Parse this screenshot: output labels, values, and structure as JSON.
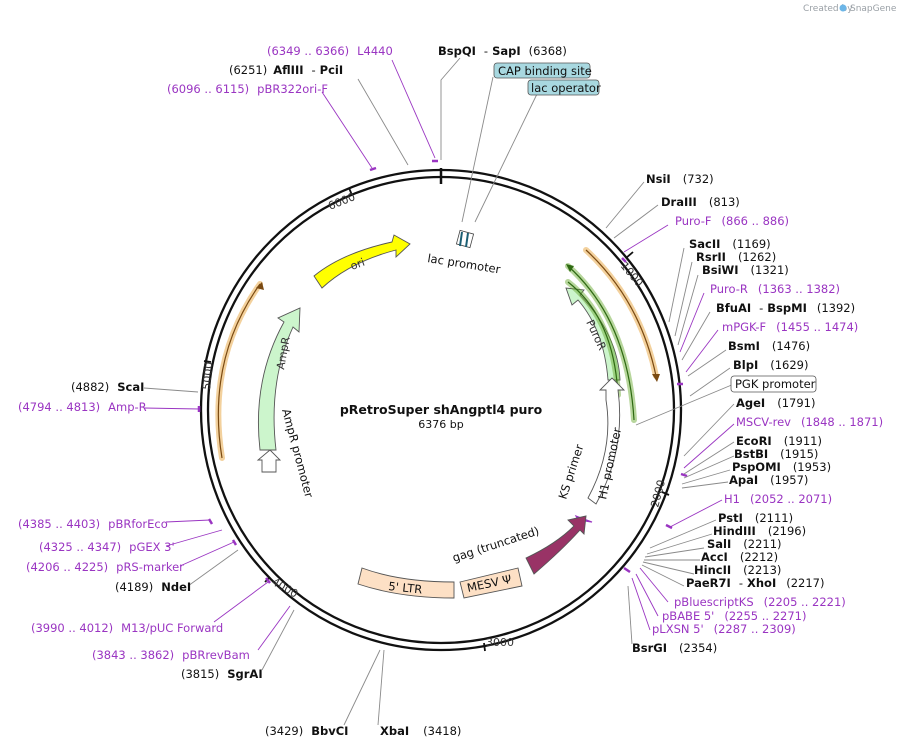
{
  "credit": {
    "prefix": "Created by",
    "brand": "SnapGene"
  },
  "title": "pRetroSuper shAngptl4 puro",
  "size": "6376 bp",
  "backbone": {
    "ticks": [
      "1000",
      "2000",
      "3000",
      "4000",
      "5000",
      "6000"
    ]
  },
  "features": {
    "ori": "ori",
    "ampr": "AmpR",
    "ampr_promoter": "AmpR promoter",
    "lac_promoter": "lac promoter",
    "puror": "PuroR",
    "pgk_promoter": "PGK promoter",
    "h1_promoter": "H1 promoter",
    "ks_primer": "KS primer",
    "gag": "gag (truncated)",
    "ltr": "5' LTR",
    "mesv": "MESV Ψ",
    "cap": "CAP binding site",
    "lac_operator": "lac operator"
  },
  "labels": [
    {
      "id": "bspqi",
      "enzyme": "BspQI",
      "sep": "-",
      "enzyme2": "SapI",
      "pos": "(6368)"
    },
    {
      "id": "l4440",
      "range": "(6349 .. 6366)",
      "name": "L4440"
    },
    {
      "id": "afliii",
      "pos": "(6251)",
      "enzyme": "AflIII",
      "sep": "-",
      "enzyme2": "PciI"
    },
    {
      "id": "pbr322",
      "range": "(6096 .. 6115)",
      "name": "pBR322ori-F"
    },
    {
      "id": "nsii",
      "enzyme": "NsiI",
      "pos": "(732)"
    },
    {
      "id": "draiii",
      "enzyme": "DraIII",
      "pos": "(813)"
    },
    {
      "id": "purof",
      "name": "Puro-F",
      "range": "(866 .. 886)"
    },
    {
      "id": "sacii",
      "enzyme": "SacII",
      "pos": "(1169)"
    },
    {
      "id": "rsrii",
      "enzyme": "RsrII",
      "pos": "(1262)"
    },
    {
      "id": "bsiwi",
      "enzyme": "BsiWI",
      "pos": "(1321)"
    },
    {
      "id": "puror_p",
      "name": "Puro-R",
      "range": "(1363 .. 1382)"
    },
    {
      "id": "bfuai",
      "enzyme": "BfuAI",
      "sep": "-",
      "enzyme2": "BspMI",
      "pos": "(1392)"
    },
    {
      "id": "mpgkf",
      "name": "mPGK-F",
      "range": "(1455 .. 1474)"
    },
    {
      "id": "bsmi",
      "enzyme": "BsmI",
      "pos": "(1476)"
    },
    {
      "id": "blpi",
      "enzyme": "BlpI",
      "pos": "(1629)"
    },
    {
      "id": "agei",
      "enzyme": "AgeI",
      "pos": "(1791)"
    },
    {
      "id": "msvcrev",
      "name": "MSCV-rev",
      "range": "(1848 .. 1871)"
    },
    {
      "id": "ecori",
      "enzyme": "EcoRI",
      "pos": "(1911)"
    },
    {
      "id": "bstbi",
      "enzyme": "BstBI",
      "pos": "(1915)"
    },
    {
      "id": "pspomi",
      "enzyme": "PspOMI",
      "pos": "(1953)"
    },
    {
      "id": "apai",
      "enzyme": "ApaI",
      "pos": "(1957)"
    },
    {
      "id": "h1",
      "name": "H1",
      "range": "(2052 .. 2071)"
    },
    {
      "id": "psti",
      "enzyme": "PstI",
      "pos": "(2111)"
    },
    {
      "id": "hindiii",
      "enzyme": "HindIII",
      "pos": "(2196)"
    },
    {
      "id": "sali",
      "enzyme": "SalI",
      "pos": "(2211)"
    },
    {
      "id": "acci",
      "enzyme": "AccI",
      "pos": "(2212)"
    },
    {
      "id": "hincii",
      "enzyme": "HincII",
      "pos": "(2213)"
    },
    {
      "id": "paer7i",
      "enzyme": "PaeR7I",
      "sep": "-",
      "enzyme2": "XhoI",
      "pos": "(2217)"
    },
    {
      "id": "pbks",
      "name": "pBluescriptKS",
      "range": "(2205 .. 2221)"
    },
    {
      "id": "pbabe",
      "name": "pBABE 5'",
      "range": "(2255 .. 2271)"
    },
    {
      "id": "plxsn",
      "name": "pLXSN 5'",
      "range": "(2287 .. 2309)"
    },
    {
      "id": "bsrgi",
      "enzyme": "BsrGI",
      "pos": "(2354)"
    },
    {
      "id": "xbai",
      "enzyme": "XbaI",
      "pos": "(3418)"
    },
    {
      "id": "bbvci",
      "pos": "(3429)",
      "enzyme": "BbvCI"
    },
    {
      "id": "sgrai",
      "pos": "(3815)",
      "enzyme": "SgrAI"
    },
    {
      "id": "pbrrevbam",
      "range": "(3843 .. 3862)",
      "name": "pBRrevBam"
    },
    {
      "id": "m13",
      "range": "(3990 .. 4012)",
      "name": "M13/pUC Forward"
    },
    {
      "id": "ndei",
      "pos": "(4189)",
      "enzyme": "NdeI"
    },
    {
      "id": "prs",
      "range": "(4206 .. 4225)",
      "name": "pRS-marker"
    },
    {
      "id": "pgex",
      "range": "(4325 .. 4347)",
      "name": "pGEX 3'"
    },
    {
      "id": "pbrforeco",
      "range": "(4385 .. 4403)",
      "name": "pBRforEco"
    },
    {
      "id": "ampr_p",
      "range": "(4794 .. 4813)",
      "name": "Amp-R"
    },
    {
      "id": "scai",
      "pos": "(4882)",
      "enzyme": "ScaI"
    }
  ],
  "colors": {
    "ori": "#ffff00",
    "ampr": "#ccf5cc",
    "puro": "#ccf5cc",
    "promoter": "#ffffff",
    "gag": "#993366",
    "ltr": "#fde0c5",
    "primer": "#9a35c2",
    "orf_orange": "#e8a33c",
    "orf_green": "#5fa524",
    "box": "#a8d8e0"
  }
}
